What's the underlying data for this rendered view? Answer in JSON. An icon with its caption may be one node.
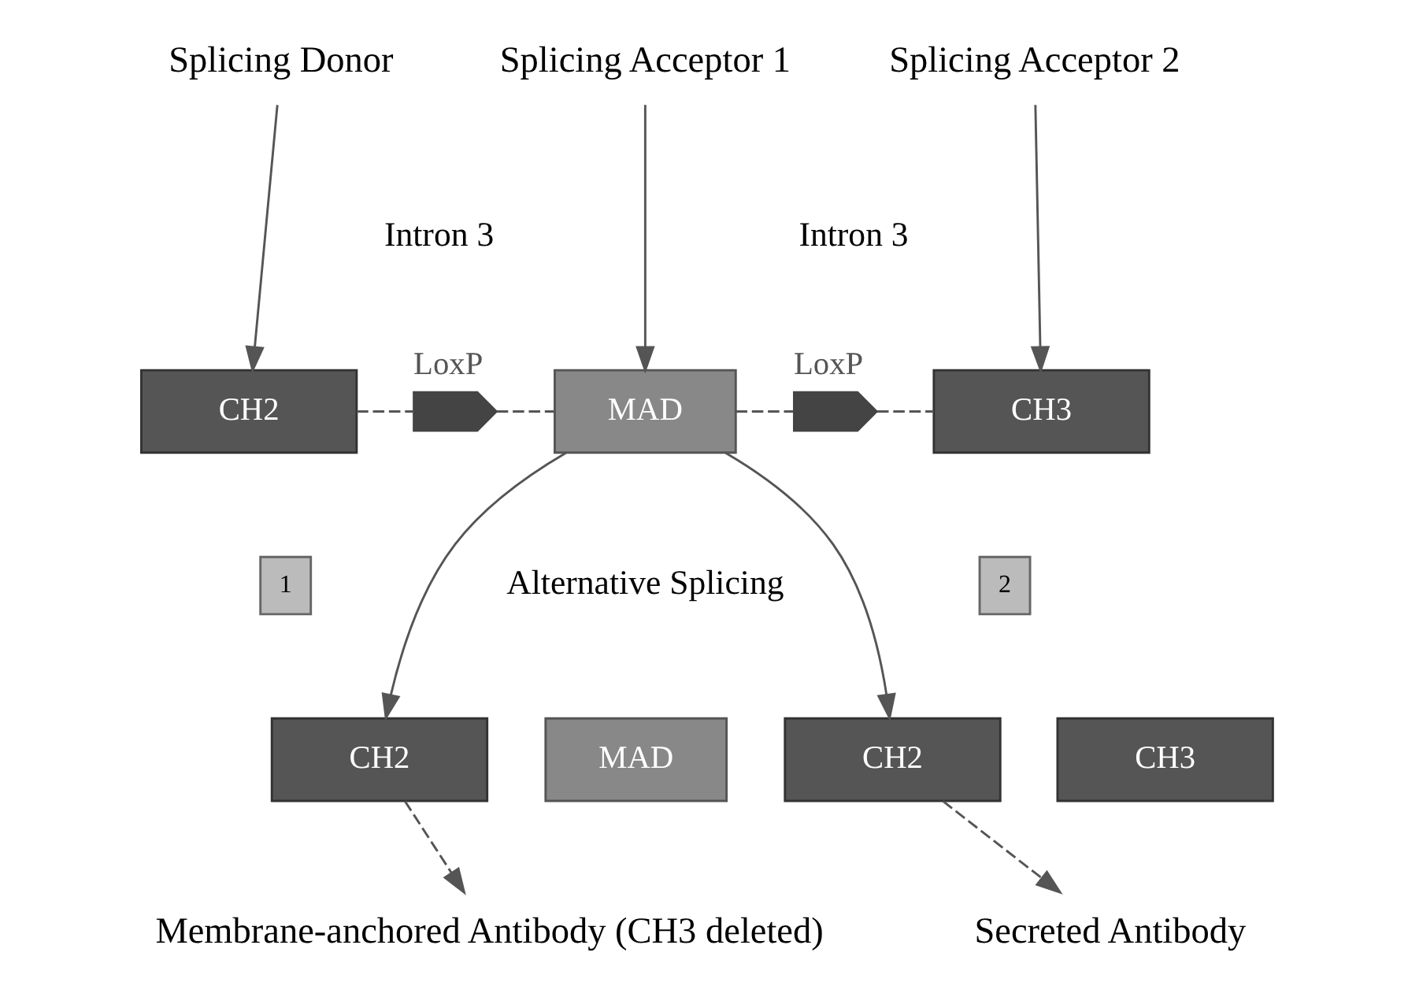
{
  "diagram": {
    "nodes": [
      {
        "text": [
          "Splicing Donor"
        ]
      },
      {
        "text": [
          "Splicing Acceptor 1"
        ]
      },
      {
        "text": [
          "Splicing Acceptor 2"
        ]
      },
      {
        "text": [
          "CH2"
        ]
      },
      {
        "text": [],
        "shape": "chevron",
        "beside": [
          "LoxP"
        ]
      },
      {
        "text": [
          "MAD"
        ]
      },
      {
        "text": [],
        "shape": "chevron",
        "beside": [
          "LoxP"
        ]
      },
      {
        "text": [
          "CH3"
        ]
      },
      {
        "text": [
          "1"
        ]
      },
      {
        "text": [
          "2"
        ]
      },
      {
        "text": [
          "CH2"
        ]
      },
      {
        "text": [
          "MAD"
        ]
      },
      {
        "text": [
          "CH2"
        ]
      },
      {
        "text": [
          "CH3"
        ]
      },
      {
        "text": [
          "Membrane-anchored Antibody (CH3 deleted)"
        ]
      },
      {
        "text": [
          "Secreted Antibody"
        ]
      }
    ],
    "edges": [
      {
        "from": 0,
        "to": 3,
        "arrow": "to"
      },
      {
        "from": 1,
        "to": 5,
        "arrow": "to"
      },
      {
        "from": 2,
        "to": 7,
        "arrow": "to"
      },
      {
        "from": 3,
        "to": 4,
        "arrow": "none",
        "style": "dashed"
      },
      {
        "from": 4,
        "to": 5,
        "arrow": "none",
        "style": "dashed"
      },
      {
        "from": 5,
        "to": 6,
        "arrow": "none",
        "style": "dashed"
      },
      {
        "from": 6,
        "to": 7,
        "arrow": "none",
        "style": "dashed"
      },
      {
        "from": 5,
        "to": 10,
        "arrow": "to"
      },
      {
        "from": 5,
        "to": 12,
        "arrow": "to"
      },
      {
        "from": 10,
        "to": 14,
        "arrow": "to",
        "style": "dashed"
      },
      {
        "from": 12,
        "to": 15,
        "arrow": "to",
        "style": "dashed"
      }
    ],
    "labels": [
      "Intron 3",
      "Intron 3",
      "Alternative Splicing"
    ]
  }
}
